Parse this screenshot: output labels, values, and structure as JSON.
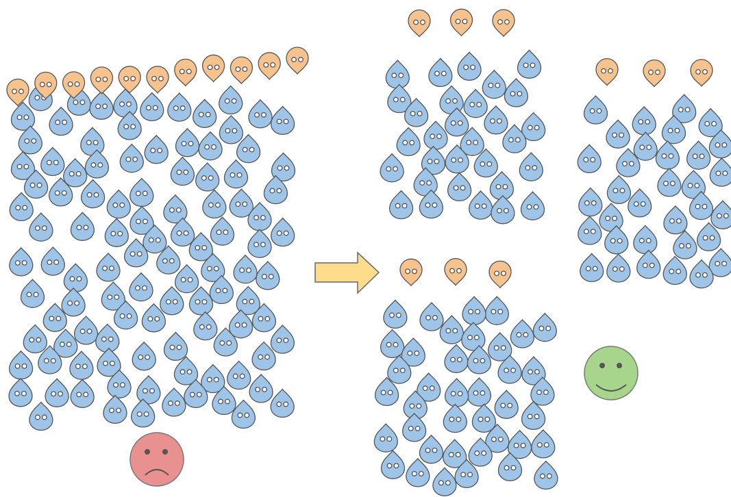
{
  "colors": {
    "background": "#ffffff",
    "worker_fill": "#9ec4e8",
    "worker_stroke": "#555555",
    "manager_fill": "#f6c38f",
    "manager_stroke": "#555555",
    "arrow_fill": "#fddd8c",
    "arrow_stroke": "#666666",
    "sad_face_fill": "#e99090",
    "happy_face_fill": "#a7d58c",
    "eye_color": "#555555"
  },
  "icons": {
    "worker": "blue-drop-person-icon",
    "manager": "orange-head-person-icon",
    "transition": "right-arrow-icon",
    "before_mood": "sad-face-icon",
    "after_mood": "happy-face-icon"
  },
  "groups": {
    "before": {
      "managers": 11,
      "workers": 104,
      "mood": "sad"
    },
    "after": [
      {
        "managers": 3,
        "workers": 30
      },
      {
        "managers": 3,
        "workers": 33
      },
      {
        "managers": 3,
        "workers": 40
      }
    ],
    "after_mood": "happy"
  }
}
